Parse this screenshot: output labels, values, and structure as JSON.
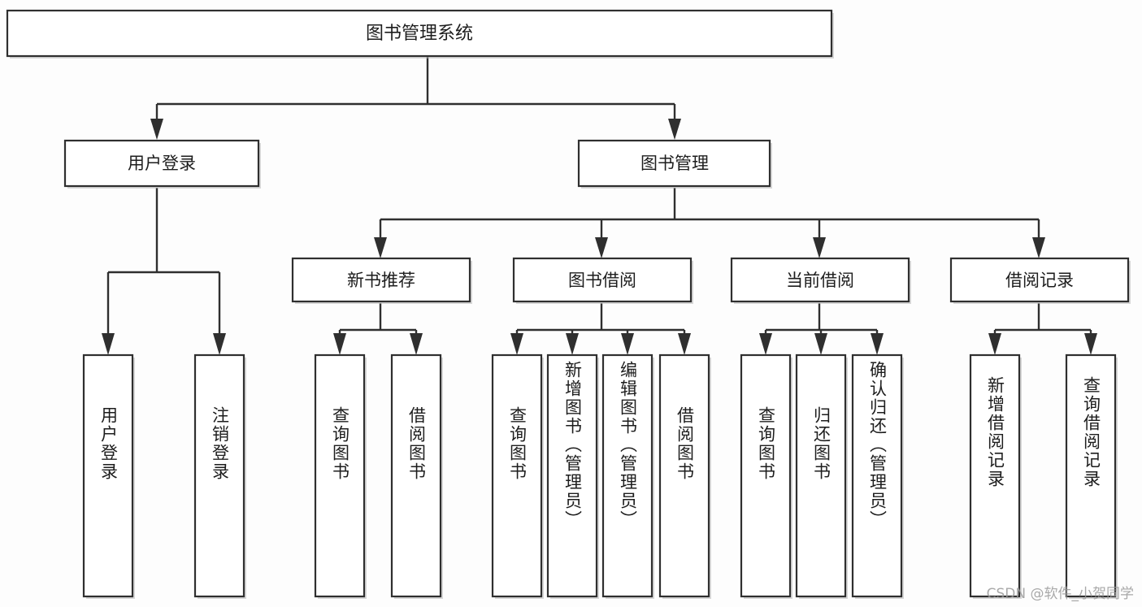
{
  "diagram": {
    "title": "图书管理系统",
    "type": "hierarchy-tree",
    "watermark": "CSDN @软件_小贺同学",
    "colors": {
      "background": "#fdfdfd",
      "box_fill": "#ffffff",
      "box_stroke": "#2f2f2f",
      "connector": "#2f2f2f",
      "text": "#1d1d1d",
      "watermark": "#9a9a9a"
    },
    "root": {
      "label": "图书管理系统"
    },
    "level2": [
      {
        "label": "用户登录"
      },
      {
        "label": "图书管理"
      }
    ],
    "level3": [
      {
        "label": "新书推荐"
      },
      {
        "label": "图书借阅"
      },
      {
        "label": "当前借阅"
      },
      {
        "label": "借阅记录"
      }
    ],
    "leaves": {
      "user_login": [
        {
          "label": "用户登录"
        },
        {
          "label": "注销登录"
        }
      ],
      "new_book_recommend": [
        {
          "label": "查询图书"
        },
        {
          "label": "借阅图书"
        }
      ],
      "book_borrow": [
        {
          "label": "查询图书"
        },
        {
          "label": "新增图书（管理员）"
        },
        {
          "label": "编辑图书（管理员）"
        },
        {
          "label": "借阅图书"
        }
      ],
      "current_borrow": [
        {
          "label": "查询图书"
        },
        {
          "label": "归还图书"
        },
        {
          "label": "确认归还（管理员）"
        }
      ],
      "borrow_record": [
        {
          "label": "新增借阅记录"
        },
        {
          "label": "查询借阅记录"
        }
      ]
    }
  }
}
